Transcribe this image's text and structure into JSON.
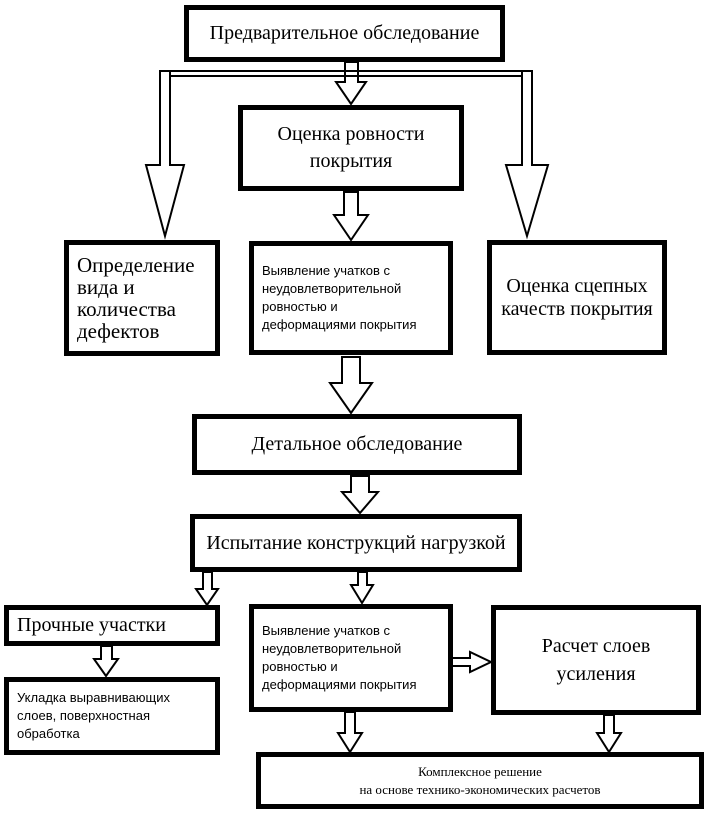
{
  "nodes": {
    "preliminary": "Предварительное обследование",
    "evenness": "Оценка ровности\nпокрытия",
    "defects": "Определение\nвида и\nколичества\nдефектов",
    "sections_top": "Выявление учатков с\nнеудовлетворительной\nровностью и\nдеформациями покрытия",
    "adhesion": "Оценка сцепных\nкачеств покрытия",
    "detailed": "Детальное обследование",
    "load_test": "Испытание конструкций нагрузкой",
    "strong": "Прочные участки",
    "leveling": "Укладка выравнивающих\nслоев, поверхностная\nобработка",
    "sections_bottom": "Выявление учатков с\nнеудовлетворительной\nровностью и\nдеформациями покрытия",
    "layers": "Расчет слоев\nусиления",
    "complex": "Комплексное решение\nна основе технико-экономических расчетов"
  },
  "edges": [
    {
      "from": "preliminary",
      "to": "evenness"
    },
    {
      "from": "preliminary",
      "to": "defects"
    },
    {
      "from": "preliminary",
      "to": "adhesion"
    },
    {
      "from": "evenness",
      "to": "sections_top"
    },
    {
      "from": "sections_top",
      "to": "detailed"
    },
    {
      "from": "detailed",
      "to": "load_test"
    },
    {
      "from": "load_test",
      "to": "strong"
    },
    {
      "from": "load_test",
      "to": "sections_bottom"
    },
    {
      "from": "strong",
      "to": "leveling"
    },
    {
      "from": "sections_bottom",
      "to": "layers"
    },
    {
      "from": "sections_bottom",
      "to": "complex"
    },
    {
      "from": "layers",
      "to": "complex"
    }
  ]
}
